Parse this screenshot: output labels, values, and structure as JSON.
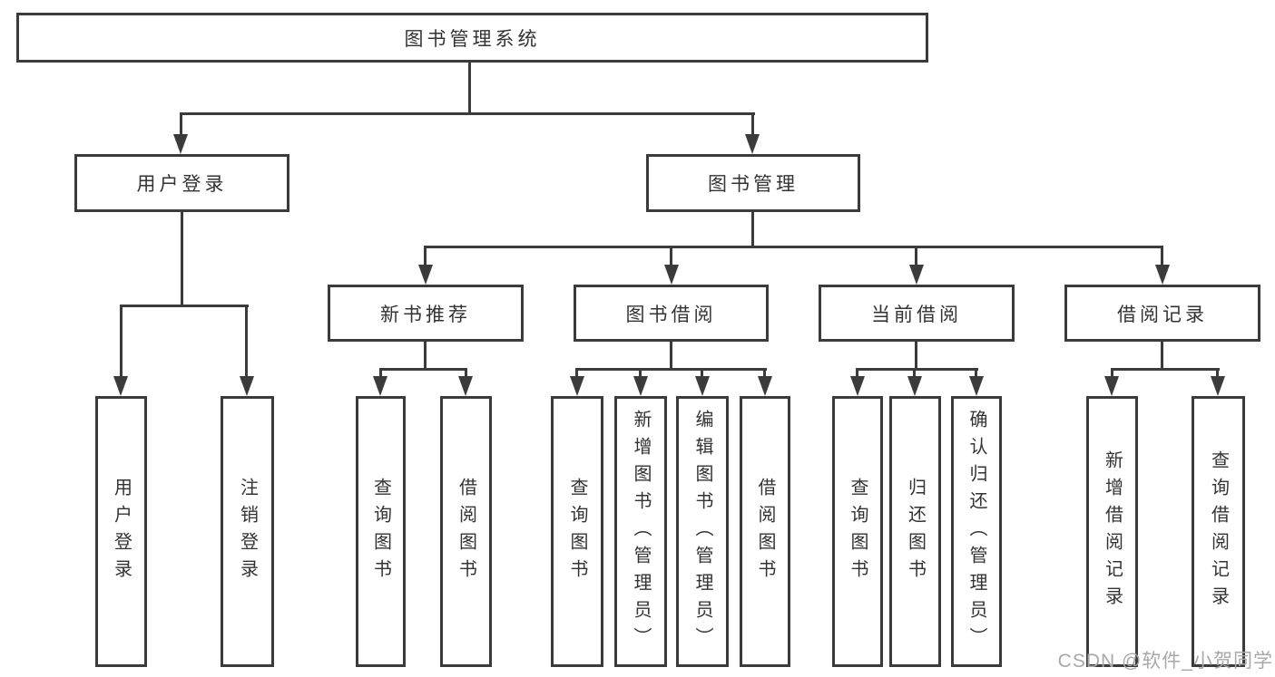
{
  "diagram": {
    "title": "图书管理系统",
    "tree": {
      "label": "图书管理系统",
      "children": [
        {
          "label": "用户登录",
          "children": [
            {
              "label": "用户登录"
            },
            {
              "label": "注销登录"
            }
          ]
        },
        {
          "label": "图书管理",
          "children": [
            {
              "label": "新书推荐",
              "children": [
                {
                  "label": "查询图书"
                },
                {
                  "label": "借阅图书"
                }
              ]
            },
            {
              "label": "图书借阅",
              "children": [
                {
                  "label": "查询图书"
                },
                {
                  "label": "新增图书（管理员）"
                },
                {
                  "label": "编辑图书（管理员）"
                },
                {
                  "label": "借阅图书"
                }
              ]
            },
            {
              "label": "当前借阅",
              "children": [
                {
                  "label": "查询图书"
                },
                {
                  "label": "归还图书"
                },
                {
                  "label": "确认归还（管理员）"
                }
              ]
            },
            {
              "label": "借阅记录",
              "children": [
                {
                  "label": "新增借阅记录"
                },
                {
                  "label": "查询借阅记录"
                }
              ]
            }
          ]
        }
      ]
    }
  },
  "watermark": {
    "text": "CSDN @软件_小贺同学"
  },
  "colors": {
    "line": "#3b3b3b",
    "text": "#333333",
    "watermark": "#a8a8a8",
    "background": "#ffffff"
  }
}
